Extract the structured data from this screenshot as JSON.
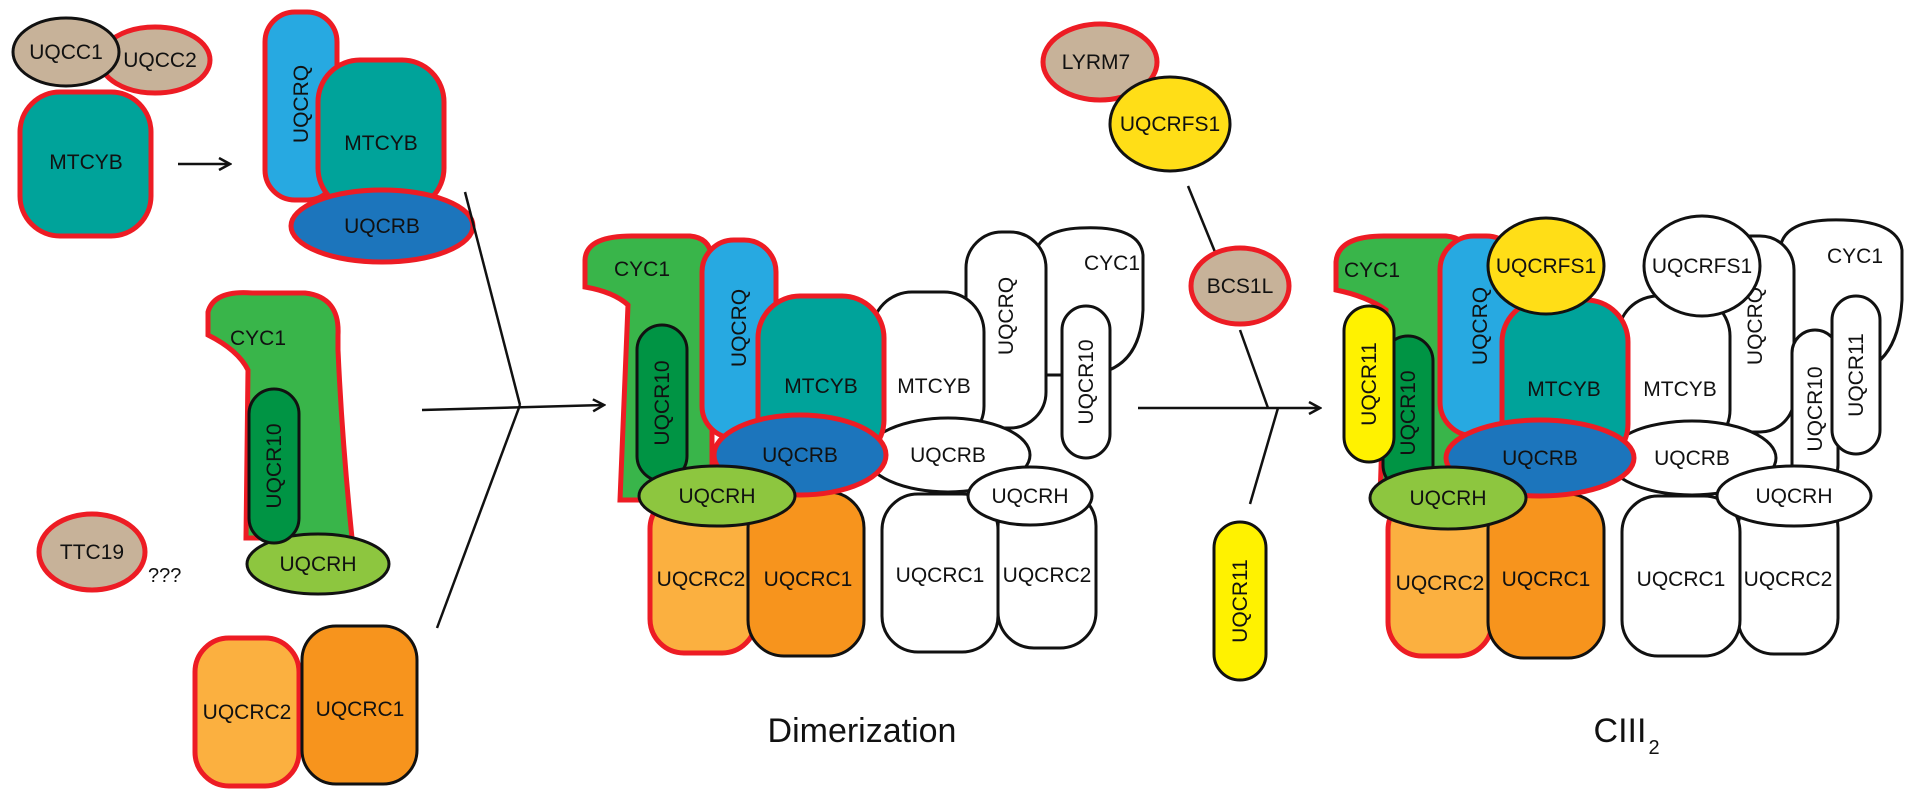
{
  "colors": {
    "teal": "#00A39A",
    "light_blue": "#27A9E1",
    "dark_blue": "#1C75BC",
    "green": "#39B54A",
    "dark_green": "#009444",
    "light_green": "#8DC63F",
    "light_orange": "#FBB040",
    "orange": "#F7941D",
    "yellow": "#FFE600",
    "tan": "#C7B299",
    "red_outline": "#ED1C24",
    "white": "#FFFFFF"
  },
  "labels": {
    "uqcc1": "UQCC1",
    "uqcc2": "UQCC2",
    "mtcyb": "MTCYB",
    "uqcrq": "UQCRQ",
    "uqcrb": "UQCRB",
    "cyc1": "CYC1",
    "uqcr10": "UQCR10",
    "uqcrh": "UQCRH",
    "ttc19": "TTC19",
    "unknown": "???",
    "uqcrc2": "UQCRC2",
    "uqcrc1": "UQCRC1",
    "lyrm7": "LYRM7",
    "uqcrfs1": "UQCRFS1",
    "bcs1l": "BCS1L",
    "uqcr11": "UQCR11"
  },
  "captions": {
    "dimerization": "Dimerization",
    "final_main": "CIII",
    "final_sub": "2"
  }
}
